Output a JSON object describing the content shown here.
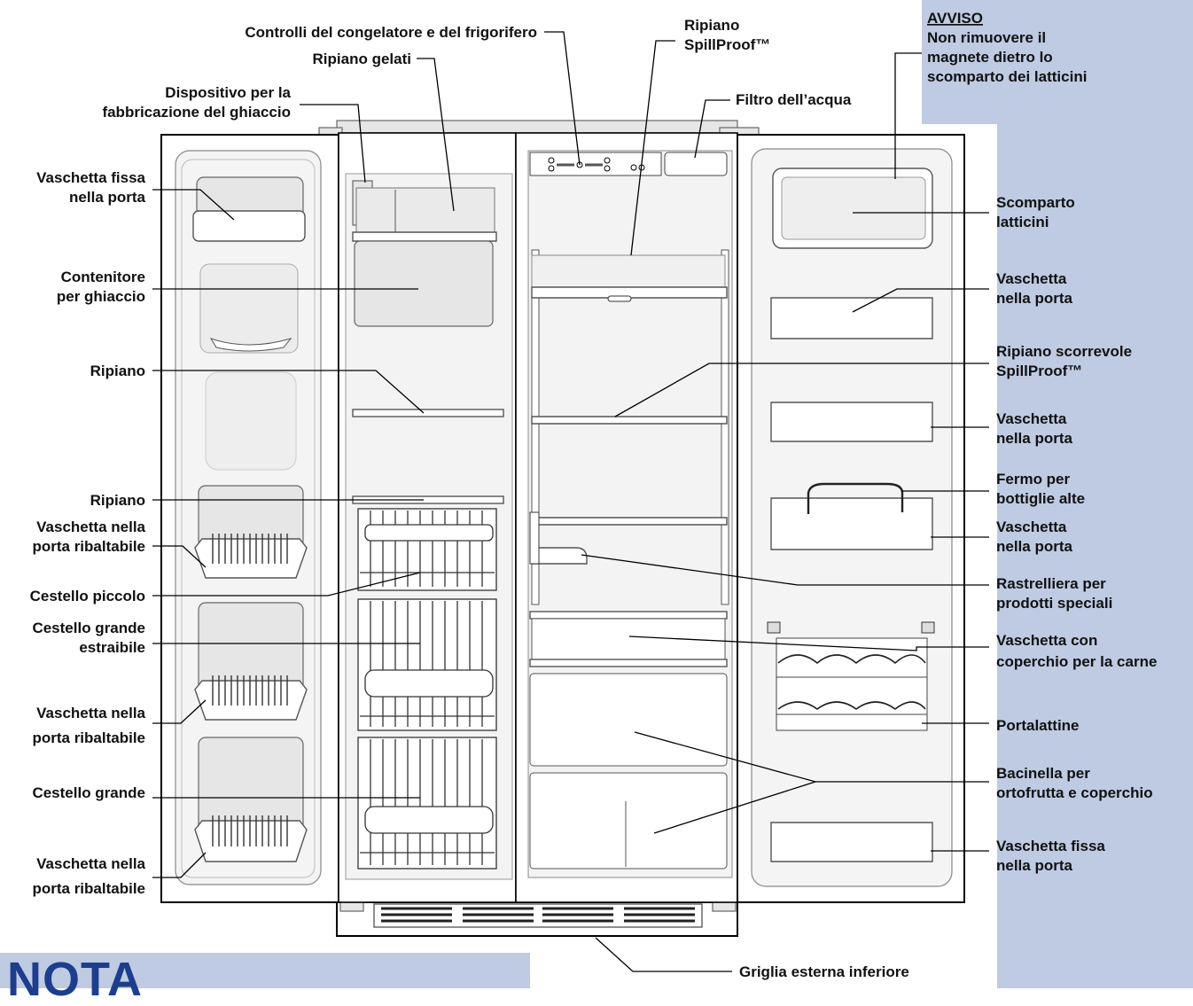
{
  "note_title": "NOTA",
  "labels": {
    "controls": "Controlli del congelatore e del frigorifero",
    "ice_shelf": "Ripiano gelati",
    "icemaker_1": "Dispositivo per la",
    "icemaker_2": "fabbricazione del ghiaccio",
    "fixed_bin_left_1": "Vaschetta fissa",
    "fixed_bin_left_2": "nella porta",
    "ice_container_1": "Contenitore",
    "ice_container_2": "per ghiaccio",
    "shelf_1": "Ripiano",
    "shelf_2": "Ripiano",
    "tilt_bin_1a": "Vaschetta nella",
    "tilt_bin_1b": "porta ribaltabile",
    "small_basket": "Cestello piccolo",
    "large_pullout_1": "Cestello grande",
    "large_pullout_2": "estraibile",
    "tilt_bin_2a": "Vaschetta nella",
    "tilt_bin_2b": "porta ribaltabile",
    "large_basket": "Cestello grande",
    "tilt_bin_3a": "Vaschetta nella",
    "tilt_bin_3b": "porta ribaltabile",
    "spillproof_1": "Ripiano",
    "spillproof_2": "SpillProof™",
    "water_filter": "Filtro dell’acqua",
    "warning_title": "AVVISO",
    "warning_1": "Non rimuovere il",
    "warning_2": "magnete dietro lo",
    "warning_3": "scomparto dei latticini",
    "dairy_1": "Scomparto",
    "dairy_2": "latticini",
    "door_bin_1a": "Vaschetta",
    "door_bin_1b": "nella porta",
    "sliding_1": "Ripiano scorrevole",
    "sliding_2": "SpillProof™",
    "door_bin_2a": "Vaschetta",
    "door_bin_2b": "nella porta",
    "tall_1": "Fermo per",
    "tall_2": "bottiglie alte",
    "door_bin_3a": "Vaschetta",
    "door_bin_3b": "nella porta",
    "rack_1": "Rastrelliera per",
    "rack_2": "prodotti speciali",
    "meat_1": "Vaschetta con",
    "meat_2": "coperchio per la carne",
    "cans": "Portalattine",
    "crisper_1": "Bacinella per",
    "crisper_2": "ortofrutta e coperchio",
    "fixed_bin_right_1": "Vaschetta fissa",
    "fixed_bin_right_2": "nella porta",
    "grille": "Griglia esterna inferiore"
  },
  "colors": {
    "side_panel": "#bfcbe3",
    "note_text": "#1d3e8c"
  }
}
